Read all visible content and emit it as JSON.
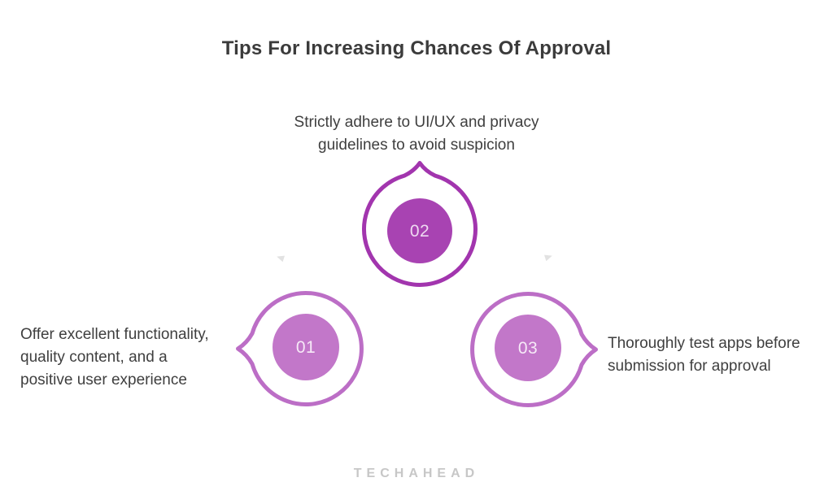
{
  "title": "Tips For Increasing Chances Of Approval",
  "steps": [
    {
      "id": "01",
      "label": "Offer excellent functionality,\nquality content, and a\npositive user experience"
    },
    {
      "id": "02",
      "label": "Strictly adhere to UI/UX and privacy\nguidelines to avoid suspicion"
    },
    {
      "id": "03",
      "label": "Thoroughly test apps before\nsubmission for approval"
    }
  ],
  "colors": {
    "ring_dark": "#a235ae",
    "fill_dark": "#a843b2",
    "ring_light": "#bc6ec6",
    "fill_light": "#c277c9",
    "number_text_dark": "#eed9f1",
    "number_text_light": "#f6e9f7",
    "body_text": "#3f3f3f",
    "logo_text": "#c7c7c7"
  },
  "footer": {
    "logo": "TECHAHEAD"
  }
}
